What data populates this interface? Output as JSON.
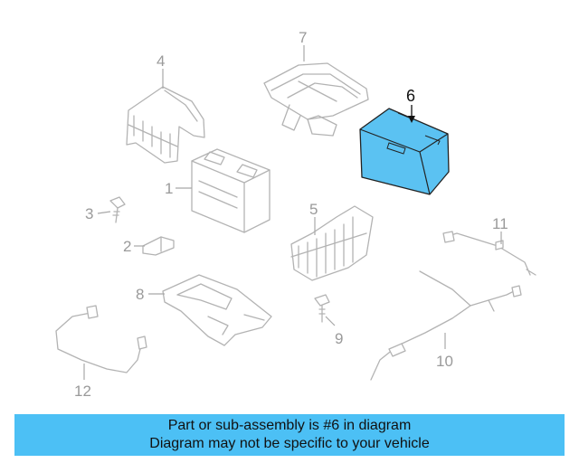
{
  "diagram": {
    "highlight_color": "#5bc2f2",
    "callouts": {
      "p1": "1",
      "p2": "2",
      "p3": "3",
      "p4": "4",
      "p5": "5",
      "p6": "6",
      "p7": "7",
      "p8": "8",
      "p9": "9",
      "p10": "10",
      "p11": "11",
      "p12": "12"
    }
  },
  "caption": {
    "line1": "Part or sub-assembly is #6 in diagram",
    "line2": "Diagram may not be specific to your vehicle",
    "background": "#4cc0f5"
  }
}
